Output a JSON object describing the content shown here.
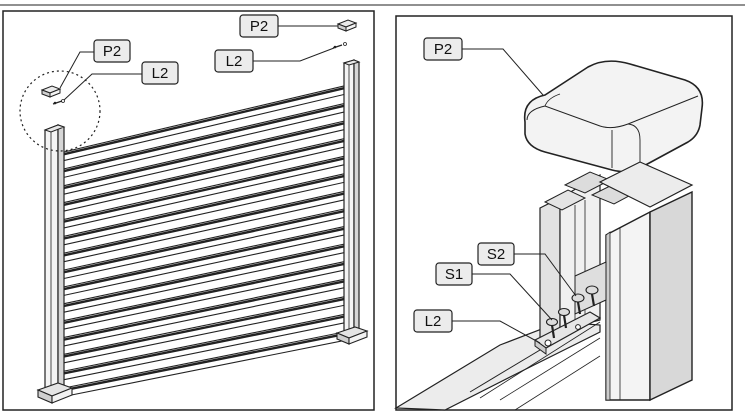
{
  "left_panel": {
    "callouts": {
      "p2_left": "P2",
      "l2_left": "L2",
      "p2_right": "P2",
      "l2_right": "L2"
    },
    "slat_count": 15
  },
  "right_panel": {
    "callouts": {
      "p2": "P2",
      "s2": "S2",
      "s1": "S1",
      "l2": "L2"
    }
  },
  "colors": {
    "line": "#222222",
    "callout_fill": "#ececec",
    "post_face": "#f4f4f4",
    "post_shade": "#d6d6d6"
  }
}
